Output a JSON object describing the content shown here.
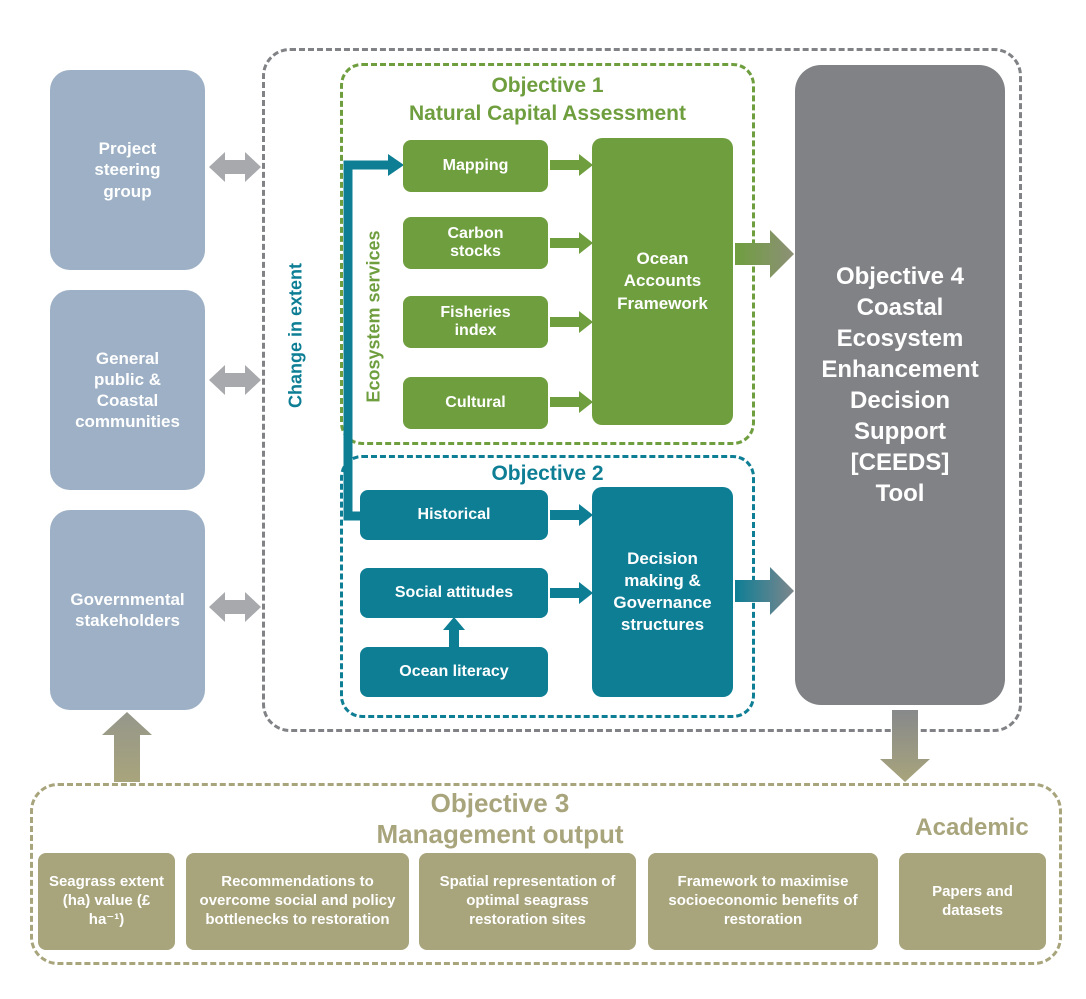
{
  "colors": {
    "stakeholder_blue": "#9db0c5",
    "green": "#6f9e3f",
    "teal": "#0e7e95",
    "gray": "#808285",
    "khaki": "#a8a47c",
    "arrow_gray": "#a7a9ac"
  },
  "stakeholders": {
    "items": [
      "Project steering group",
      "General public & Coastal communities",
      "Governmental stakeholders"
    ]
  },
  "central": {
    "change_in_extent_label": "Change in extent"
  },
  "objective1": {
    "title_line1": "Objective 1",
    "title_line2": "Natural Capital Assessment",
    "axis_label": "Ecosystem services",
    "items": [
      "Mapping",
      "Carbon stocks",
      "Fisheries index",
      "Cultural"
    ],
    "output": "Ocean Accounts Framework"
  },
  "objective2": {
    "title": "Objective 2",
    "items": [
      "Historical",
      "Social attitudes",
      "Ocean literacy"
    ],
    "output": "Decision making & Governance structures"
  },
  "objective4": {
    "lines": [
      "Objective 4",
      "Coastal",
      "Ecosystem",
      "Enhancement",
      "Decision",
      "Support",
      "[CEEDS]",
      "Tool"
    ]
  },
  "objective3": {
    "title_line1": "Objective 3",
    "title_line2": "Management output",
    "academic_label": "Academic",
    "outputs": [
      "Seagrass extent (ha) value (£ ha⁻¹)",
      "Recommendations to overcome social and policy bottlenecks to restoration",
      "Spatial representation of optimal seagrass restoration sites",
      "Framework to maximise socioeconomic benefits of restoration",
      "Papers and datasets"
    ]
  }
}
